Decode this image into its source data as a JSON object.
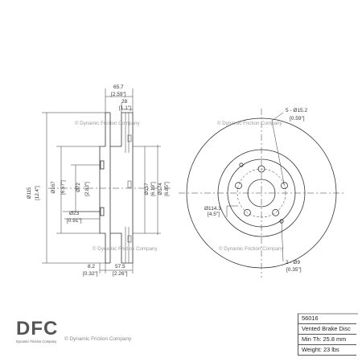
{
  "watermark": "© Dynamic Friction Company",
  "side_view": {
    "dims": {
      "width_total": "65.7",
      "width_total_in": "[2.59\"]",
      "hat_height": "28",
      "hat_height_in": "[1.1\"]",
      "outer_dia": "Ø115",
      "outer_dia_in": "[12.4\"]",
      "hat_dia": "Ø167",
      "hat_dia_in": "[6.57\"]",
      "center_bore": "Ø72",
      "center_bore_in": "[2.83\"]",
      "inner_dia": "Ø157",
      "inner_dia_in": "[6.19\"]",
      "inner_dia2": "Ø174",
      "inner_dia2_in": "[6.85\"]",
      "small_dia": "Ø23",
      "small_dia_in": "[0.91\"]",
      "offset": "8.2",
      "offset_in": "[0.32\"]",
      "thickness": "57.5",
      "thickness_in": "[2.26\"]"
    }
  },
  "front_view": {
    "dims": {
      "stud_holes": "5 - Ø15.2",
      "stud_holes_in": "[0.59\"]",
      "bolt_circle": "Ø114.3",
      "bolt_circle_in": "[4.5\"]",
      "small_holes": "2 - Ø9",
      "small_holes_in": "[0.35\"]"
    }
  },
  "specs": {
    "part_number": "56016",
    "type": "Vented Brake Disc",
    "min_thickness": "Min Th: 25.8 mm",
    "weight": "Weight: 23 lbs"
  },
  "logo": {
    "mark": "DFC",
    "subtitle": "Dynamic Friction Company"
  },
  "footer": {
    "watermark": "© Dynamic Friction Company"
  }
}
